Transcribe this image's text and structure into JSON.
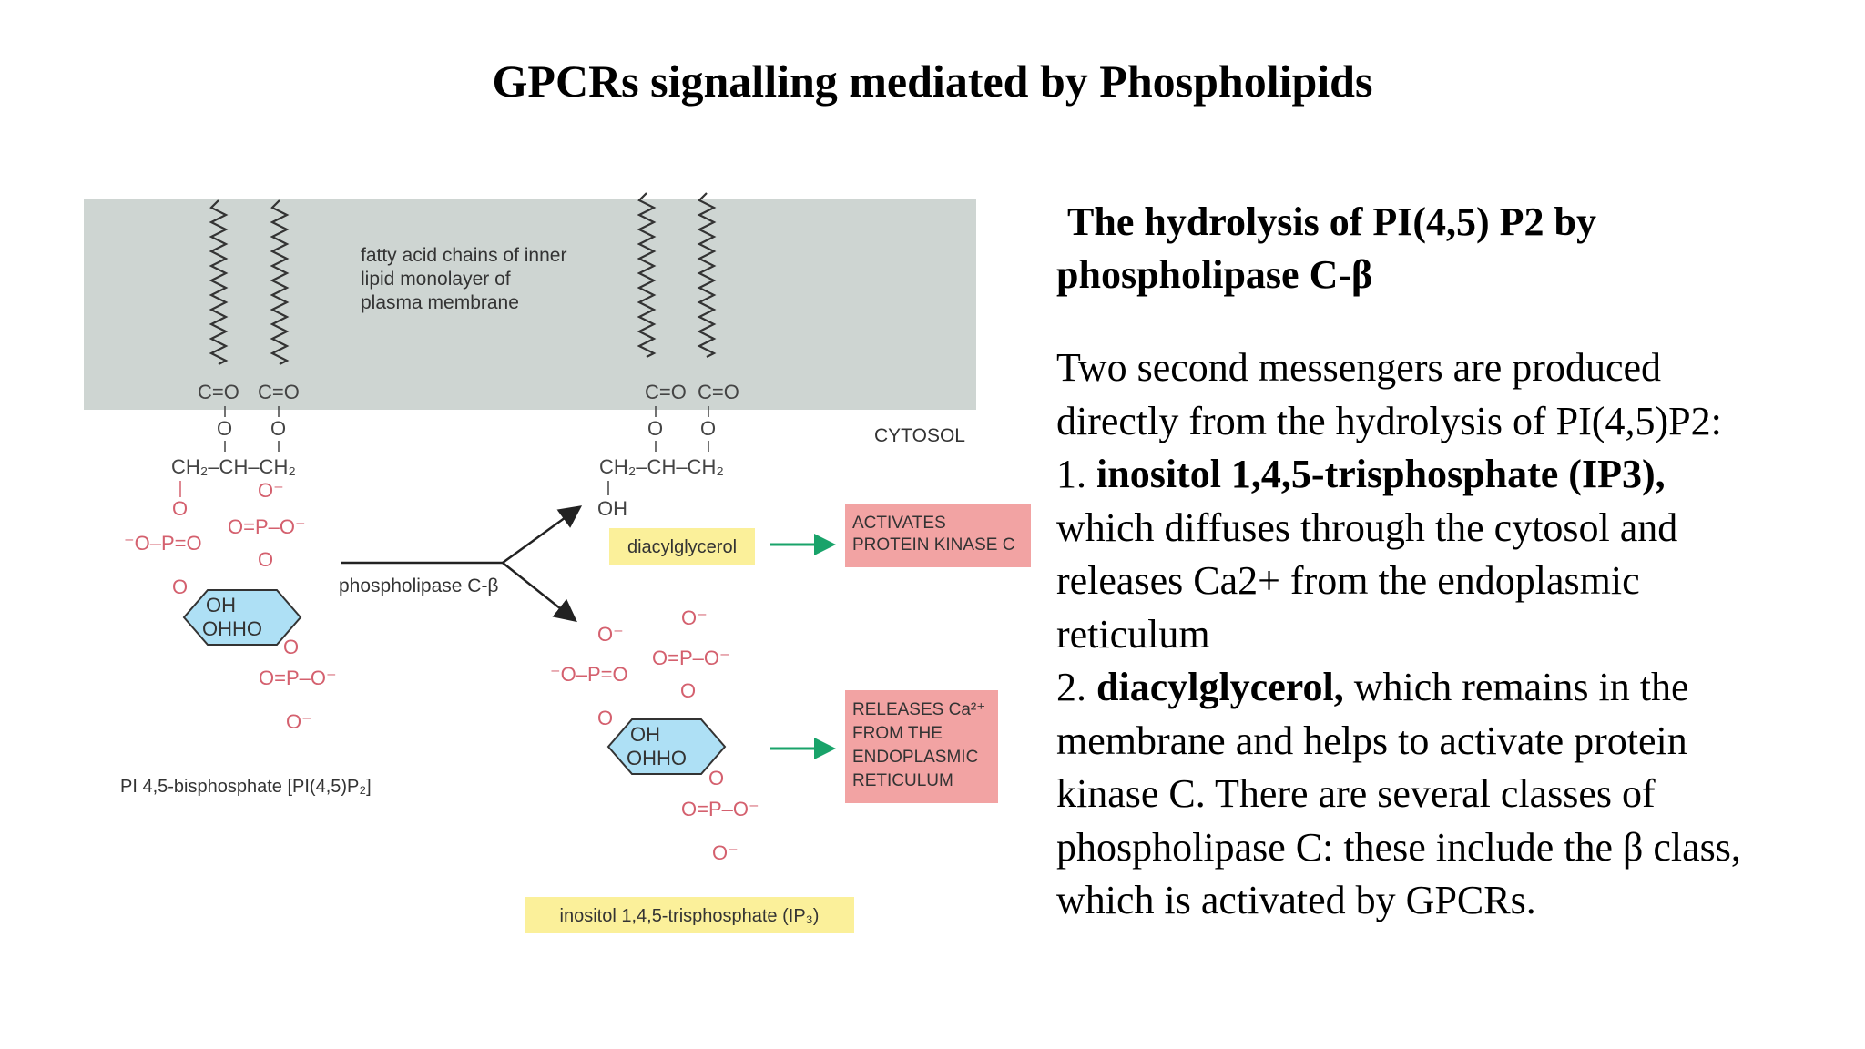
{
  "title": "GPCRs signalling mediated by Phospholipids",
  "diagram": {
    "membrane_label": [
      "fatty acid chains of inner",
      "lipid monolayer of",
      "plasma membrane"
    ],
    "cytosol_label": "CYTOSOL",
    "enzyme_label": "phospholipase C-β",
    "substrate_label": "PI 4,5-bisphosphate [PI(4,5)P₂]",
    "dag_label": "diacylglycerol",
    "ip3_label": "inositol 1,4,5-trisphosphate (IP₃)",
    "pkc_box": [
      "ACTIVATES",
      "PROTEIN KINASE C"
    ],
    "ca_box": [
      "RELEASES Ca²⁺",
      "FROM THE",
      "ENDOPLASMIC",
      "RETICULUM"
    ],
    "chem": {
      "carbonyl": "C=O",
      "oxygen": "O",
      "glycerol": "CH₂–CH–CH₂",
      "hydroxyl": "OH",
      "ring_oh": "OH",
      "ring_ohho": "OHHO",
      "o_minus": "O⁻",
      "phosphate_mid": "O=P–O⁻",
      "phosphate_left": "⁻O–P=O"
    },
    "colors": {
      "membrane": "#ced5d2",
      "inositol_ring": "#aee0f5",
      "phosphate": "#d4606e",
      "label_yellow": "#fbf09a",
      "effect_red": "#f2a3a3",
      "arrow_green": "#19a36a"
    }
  },
  "text": {
    "heading": [
      "The hydrolysis of PI(4,5) P2 by",
      "phospholipase C-β"
    ],
    "lines": [
      {
        "pre": "Two second messengers are produced",
        "bold": "",
        "post": ""
      },
      {
        "pre": "directly from the hydrolysis of PI(4,5)P2:",
        "bold": "",
        "post": ""
      },
      {
        "pre": "1. ",
        "bold": "inositol 1,4,5-trisphosphate (IP3),",
        "post": ""
      },
      {
        "pre": "which diffuses through the cytosol and",
        "bold": "",
        "post": ""
      },
      {
        "pre": "releases Ca2+ from the endoplasmic",
        "bold": "",
        "post": ""
      },
      {
        "pre": "reticulum",
        "bold": "",
        "post": ""
      },
      {
        "pre": "2. ",
        "bold": "diacylglycerol,",
        "post": " which remains in the"
      },
      {
        "pre": "membrane and helps to activate protein",
        "bold": "",
        "post": ""
      },
      {
        "pre": "kinase C. There are several classes of",
        "bold": "",
        "post": ""
      },
      {
        "pre": "phospholipase C: these include the β class,",
        "bold": "",
        "post": ""
      },
      {
        "pre": "which is activated by GPCRs.",
        "bold": "",
        "post": ""
      }
    ]
  }
}
